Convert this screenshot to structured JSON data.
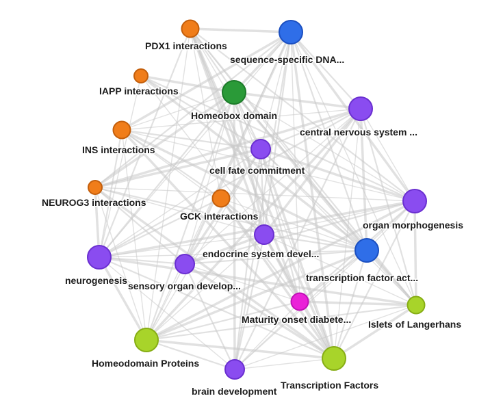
{
  "colors": {
    "interactions": "#f07d1a",
    "go_term": "#8a4cf0",
    "dna_binding": "#2f6ee8",
    "domain": "#2a9a38",
    "gene_family": "#a8d42a",
    "disease": "#ea22d8",
    "edge": "#c9c9c9"
  },
  "nodes": [
    {
      "id": "pdx1",
      "label": "PDX1 interactions",
      "group": "interactions",
      "size": "small"
    },
    {
      "id": "seqdna",
      "label": "sequence-specific DNA...",
      "group": "dna_binding",
      "size": "large"
    },
    {
      "id": "iapp",
      "label": "IAPP interactions",
      "group": "interactions",
      "size": "tiny"
    },
    {
      "id": "homeobox",
      "label": "Homeobox domain",
      "group": "domain",
      "size": "large"
    },
    {
      "id": "cns",
      "label": "central nervous system ...",
      "group": "go_term",
      "size": "large"
    },
    {
      "id": "ins",
      "label": "INS interactions",
      "group": "interactions",
      "size": "small"
    },
    {
      "id": "cellfate",
      "label": "cell fate commitment",
      "group": "go_term",
      "size": "medium"
    },
    {
      "id": "neurog3",
      "label": "NEUROG3 interactions",
      "group": "interactions",
      "size": "tiny"
    },
    {
      "id": "gck",
      "label": "GCK interactions",
      "group": "interactions",
      "size": "small"
    },
    {
      "id": "organmorph",
      "label": "organ morphogenesis",
      "group": "go_term",
      "size": "large"
    },
    {
      "id": "endocrine",
      "label": "endocrine system devel...",
      "group": "go_term",
      "size": "medium"
    },
    {
      "id": "neurogenesis",
      "label": "neurogenesis",
      "group": "go_term",
      "size": "large"
    },
    {
      "id": "sensory",
      "label": "sensory organ develop...",
      "group": "go_term",
      "size": "medium"
    },
    {
      "id": "tfact",
      "label": "transcription factor act...",
      "group": "dna_binding",
      "size": "large"
    },
    {
      "id": "mody",
      "label": "Maturity onset diabete...",
      "group": "disease",
      "size": "small"
    },
    {
      "id": "islets",
      "label": "Islets of Langerhans",
      "group": "gene_family",
      "size": "small"
    },
    {
      "id": "homeodomain",
      "label": "Homeodomain Proteins",
      "group": "gene_family",
      "size": "large"
    },
    {
      "id": "brain",
      "label": "brain development",
      "group": "go_term",
      "size": "medium"
    },
    {
      "id": "tfs",
      "label": "Transcription Factors",
      "group": "gene_family",
      "size": "large"
    }
  ],
  "edges": [
    [
      "pdx1",
      "seqdna"
    ],
    [
      "pdx1",
      "homeobox"
    ],
    [
      "pdx1",
      "cellfate"
    ],
    [
      "pdx1",
      "endocrine"
    ],
    [
      "pdx1",
      "neurogenesis"
    ],
    [
      "pdx1",
      "tfact"
    ],
    [
      "pdx1",
      "tfs"
    ],
    [
      "pdx1",
      "organmorph"
    ],
    [
      "pdx1",
      "gck"
    ],
    [
      "pdx1",
      "mody"
    ],
    [
      "pdx1",
      "islets"
    ],
    [
      "pdx1",
      "homeodomain"
    ],
    [
      "seqdna",
      "homeobox"
    ],
    [
      "seqdna",
      "cns"
    ],
    [
      "seqdna",
      "cellfate"
    ],
    [
      "seqdna",
      "organmorph"
    ],
    [
      "seqdna",
      "endocrine"
    ],
    [
      "seqdna",
      "neurogenesis"
    ],
    [
      "seqdna",
      "sensory"
    ],
    [
      "seqdna",
      "tfact"
    ],
    [
      "seqdna",
      "homeodomain"
    ],
    [
      "seqdna",
      "tfs"
    ],
    [
      "seqdna",
      "brain"
    ],
    [
      "seqdna",
      "islets"
    ],
    [
      "seqdna",
      "ins"
    ],
    [
      "seqdna",
      "neurog3"
    ],
    [
      "seqdna",
      "mody"
    ],
    [
      "iapp",
      "homeobox"
    ],
    [
      "iapp",
      "cellfate"
    ],
    [
      "iapp",
      "endocrine"
    ],
    [
      "iapp",
      "tfact"
    ],
    [
      "iapp",
      "organmorph"
    ],
    [
      "iapp",
      "neurogenesis"
    ],
    [
      "homeobox",
      "cns"
    ],
    [
      "homeobox",
      "cellfate"
    ],
    [
      "homeobox",
      "organmorph"
    ],
    [
      "homeobox",
      "endocrine"
    ],
    [
      "homeobox",
      "neurogenesis"
    ],
    [
      "homeobox",
      "sensory"
    ],
    [
      "homeobox",
      "tfact"
    ],
    [
      "homeobox",
      "homeodomain"
    ],
    [
      "homeobox",
      "tfs"
    ],
    [
      "homeobox",
      "brain"
    ],
    [
      "homeobox",
      "islets"
    ],
    [
      "homeobox",
      "ins"
    ],
    [
      "homeobox",
      "neurog3"
    ],
    [
      "cns",
      "cellfate"
    ],
    [
      "cns",
      "organmorph"
    ],
    [
      "cns",
      "endocrine"
    ],
    [
      "cns",
      "neurogenesis"
    ],
    [
      "cns",
      "sensory"
    ],
    [
      "cns",
      "tfact"
    ],
    [
      "cns",
      "brain"
    ],
    [
      "cns",
      "tfs"
    ],
    [
      "cns",
      "homeodomain"
    ],
    [
      "cns",
      "islets"
    ],
    [
      "cns",
      "ins"
    ],
    [
      "cns",
      "neurog3"
    ],
    [
      "ins",
      "cellfate"
    ],
    [
      "ins",
      "endocrine"
    ],
    [
      "ins",
      "tfact"
    ],
    [
      "ins",
      "neurogenesis"
    ],
    [
      "ins",
      "homeodomain"
    ],
    [
      "ins",
      "tfs"
    ],
    [
      "ins",
      "gck"
    ],
    [
      "ins",
      "organmorph"
    ],
    [
      "cellfate",
      "organmorph"
    ],
    [
      "cellfate",
      "endocrine"
    ],
    [
      "cellfate",
      "neurogenesis"
    ],
    [
      "cellfate",
      "sensory"
    ],
    [
      "cellfate",
      "tfact"
    ],
    [
      "cellfate",
      "homeodomain"
    ],
    [
      "cellfate",
      "tfs"
    ],
    [
      "cellfate",
      "brain"
    ],
    [
      "cellfate",
      "islets"
    ],
    [
      "cellfate",
      "neurog3"
    ],
    [
      "cellfate",
      "mody"
    ],
    [
      "neurog3",
      "endocrine"
    ],
    [
      "neurog3",
      "neurogenesis"
    ],
    [
      "neurog3",
      "tfact"
    ],
    [
      "neurog3",
      "homeodomain"
    ],
    [
      "neurog3",
      "tfs"
    ],
    [
      "neurog3",
      "sensory"
    ],
    [
      "neurog3",
      "organmorph"
    ],
    [
      "gck",
      "endocrine"
    ],
    [
      "gck",
      "mody"
    ],
    [
      "gck",
      "tfact"
    ],
    [
      "gck",
      "tfs"
    ],
    [
      "gck",
      "neurogenesis"
    ],
    [
      "organmorph",
      "endocrine"
    ],
    [
      "organmorph",
      "neurogenesis"
    ],
    [
      "organmorph",
      "sensory"
    ],
    [
      "organmorph",
      "tfact"
    ],
    [
      "organmorph",
      "homeodomain"
    ],
    [
      "organmorph",
      "tfs"
    ],
    [
      "organmorph",
      "brain"
    ],
    [
      "organmorph",
      "islets"
    ],
    [
      "organmorph",
      "mody"
    ],
    [
      "endocrine",
      "neurogenesis"
    ],
    [
      "endocrine",
      "sensory"
    ],
    [
      "endocrine",
      "tfact"
    ],
    [
      "endocrine",
      "homeodomain"
    ],
    [
      "endocrine",
      "tfs"
    ],
    [
      "endocrine",
      "brain"
    ],
    [
      "endocrine",
      "islets"
    ],
    [
      "endocrine",
      "mody"
    ],
    [
      "neurogenesis",
      "sensory"
    ],
    [
      "neurogenesis",
      "tfact"
    ],
    [
      "neurogenesis",
      "homeodomain"
    ],
    [
      "neurogenesis",
      "tfs"
    ],
    [
      "neurogenesis",
      "brain"
    ],
    [
      "neurogenesis",
      "islets"
    ],
    [
      "sensory",
      "tfact"
    ],
    [
      "sensory",
      "homeodomain"
    ],
    [
      "sensory",
      "tfs"
    ],
    [
      "sensory",
      "brain"
    ],
    [
      "sensory",
      "mody"
    ],
    [
      "tfact",
      "homeodomain"
    ],
    [
      "tfact",
      "tfs"
    ],
    [
      "tfact",
      "brain"
    ],
    [
      "tfact",
      "islets"
    ],
    [
      "tfact",
      "mody"
    ],
    [
      "mody",
      "tfs"
    ],
    [
      "mody",
      "islets"
    ],
    [
      "mody",
      "homeodomain"
    ],
    [
      "mody",
      "brain"
    ],
    [
      "islets",
      "tfs"
    ],
    [
      "islets",
      "homeodomain"
    ],
    [
      "islets",
      "brain"
    ],
    [
      "homeodomain",
      "tfs"
    ],
    [
      "homeodomain",
      "brain"
    ],
    [
      "brain",
      "tfs"
    ]
  ]
}
